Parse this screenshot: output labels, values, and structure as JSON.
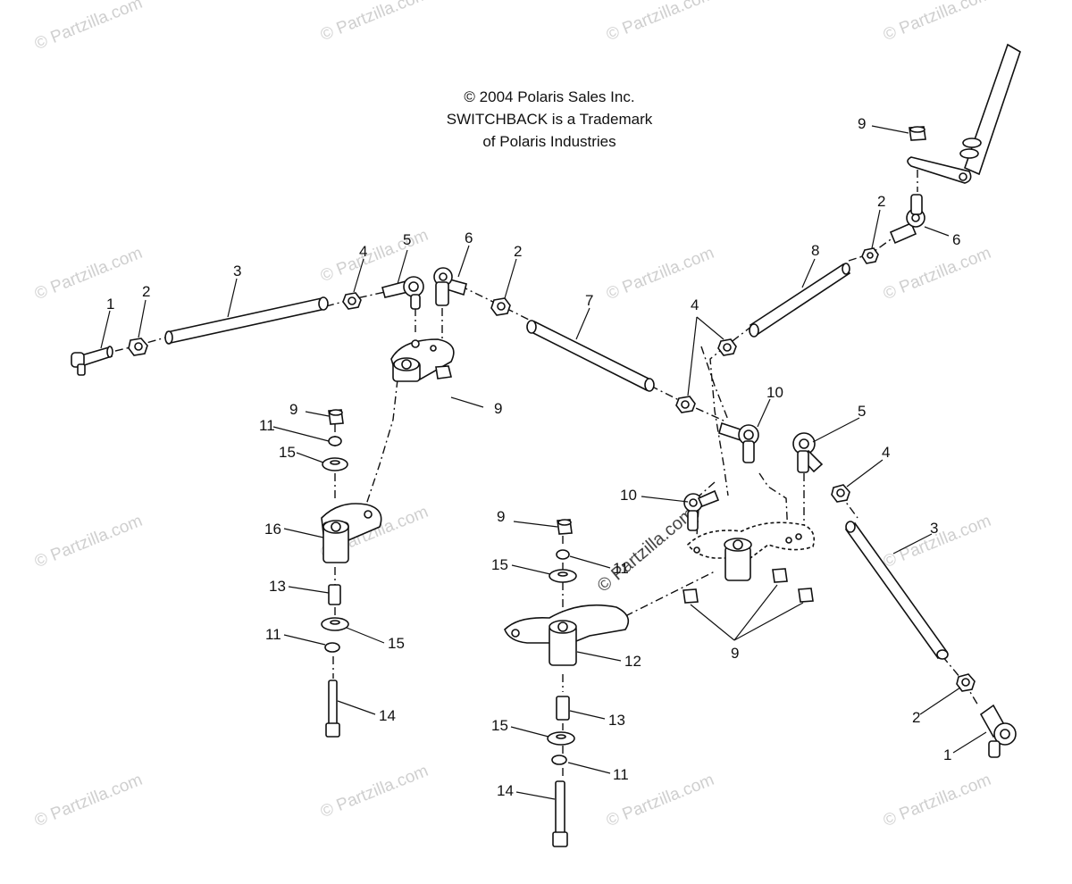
{
  "copyright": {
    "line1": "© 2004 Polaris Sales Inc.",
    "line2": "SWITCHBACK is a Trademark",
    "line3": "of Polaris Industries"
  },
  "watermark": "© Partzilla.com",
  "callouts": {
    "n1": "1",
    "n2": "2",
    "n3": "3",
    "n4": "4",
    "n5": "5",
    "n6": "6",
    "n7": "7",
    "n8": "8",
    "n9": "9",
    "n10": "10",
    "n11": "11",
    "n12": "12",
    "n13": "13",
    "n14": "14",
    "n15": "15",
    "n16": "16"
  }
}
